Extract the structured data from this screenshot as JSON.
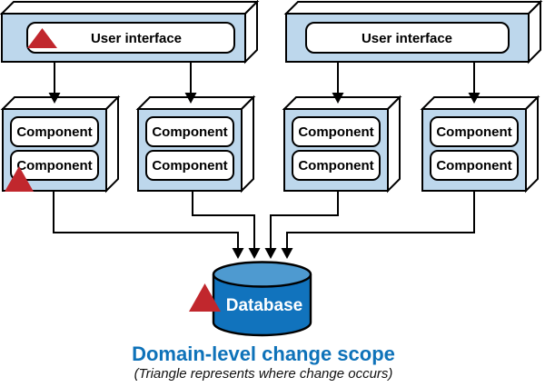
{
  "diagram": {
    "title": "Domain-level change scope",
    "subtitle": "(Triangle represents where change occurs)",
    "ui_boxes": [
      {
        "label": "User interface",
        "has_change_marker": true
      },
      {
        "label": "User interface",
        "has_change_marker": false
      }
    ],
    "component_boxes": [
      {
        "items": [
          "Component",
          "Component"
        ],
        "has_change_marker": true
      },
      {
        "items": [
          "Component",
          "Component"
        ],
        "has_change_marker": false
      },
      {
        "items": [
          "Component",
          "Component"
        ],
        "has_change_marker": false
      },
      {
        "items": [
          "Component",
          "Component"
        ],
        "has_change_marker": false
      }
    ],
    "database": {
      "label": "Database",
      "has_change_marker": true
    },
    "change_marker_locations": [
      "user-interface-left",
      "component-box-1",
      "database"
    ],
    "colors": {
      "box_face": "#bdd7ec",
      "side_face": "#ffffff",
      "inner_plate": "#ffffff",
      "marker_red": "#c1272d",
      "db_body": "#1173bd",
      "db_top": "#4e9ad0",
      "title_blue": "#0e72b9",
      "subtitle_ink": "#111111"
    }
  }
}
